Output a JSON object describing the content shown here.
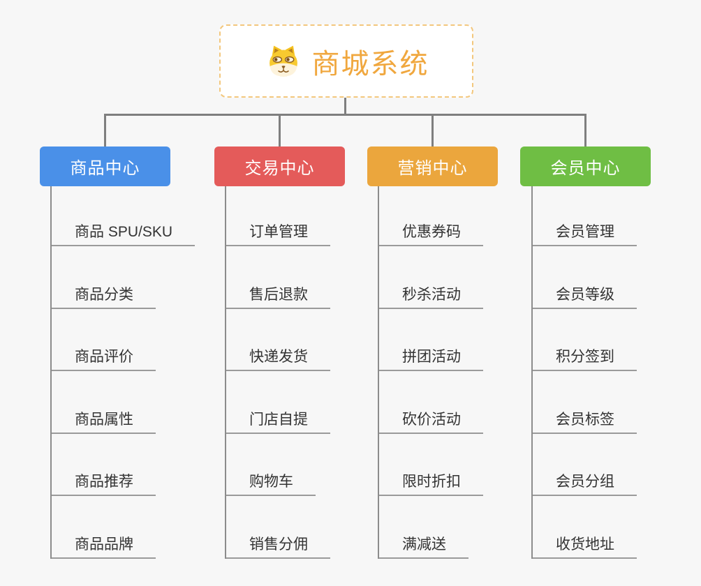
{
  "root": {
    "title": "商城系统",
    "icon": "dog-face-icon"
  },
  "branches": [
    {
      "label": "商品中心",
      "color": "#4a90e8",
      "items": [
        "商品 SPU/SKU",
        "商品分类",
        "商品评价",
        "商品属性",
        "商品推荐",
        "商品品牌"
      ]
    },
    {
      "label": "交易中心",
      "color": "#e45b5a",
      "items": [
        "订单管理",
        "售后退款",
        "快递发货",
        "门店自提",
        "购物车",
        "销售分佣"
      ]
    },
    {
      "label": "营销中心",
      "color": "#eba63d",
      "items": [
        "优惠券码",
        "秒杀活动",
        "拼团活动",
        "砍价活动",
        "限时折扣",
        "满减送"
      ]
    },
    {
      "label": "会员中心",
      "color": "#6fbe44",
      "items": [
        "会员管理",
        "会员等级",
        "积分签到",
        "会员标签",
        "会员分组",
        "收货地址"
      ]
    }
  ],
  "colors": {
    "background": "#f7f7f7",
    "root_title": "#f0a73e",
    "root_border": "#f3c77d",
    "connector": "#7f7f7f",
    "leaf_line": "#9a9a9a",
    "leaf_text": "#333333"
  }
}
